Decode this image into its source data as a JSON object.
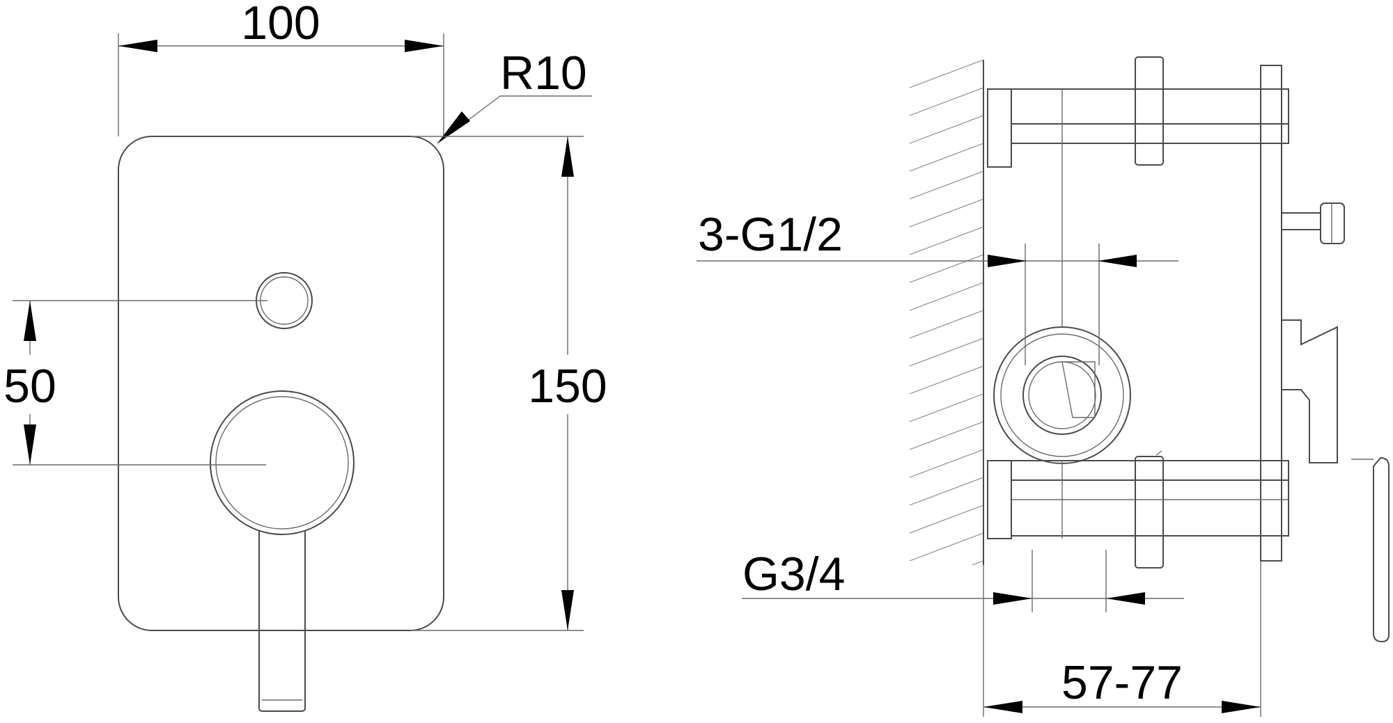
{
  "front_view": {
    "width_label": "100",
    "radius_label": "R10",
    "height_label": "150",
    "spacing_label": "50"
  },
  "side_view": {
    "outlet_thread_label": "3-G1/2",
    "inlet_thread_label": "G3/4",
    "depth_range_label": "57-77"
  }
}
